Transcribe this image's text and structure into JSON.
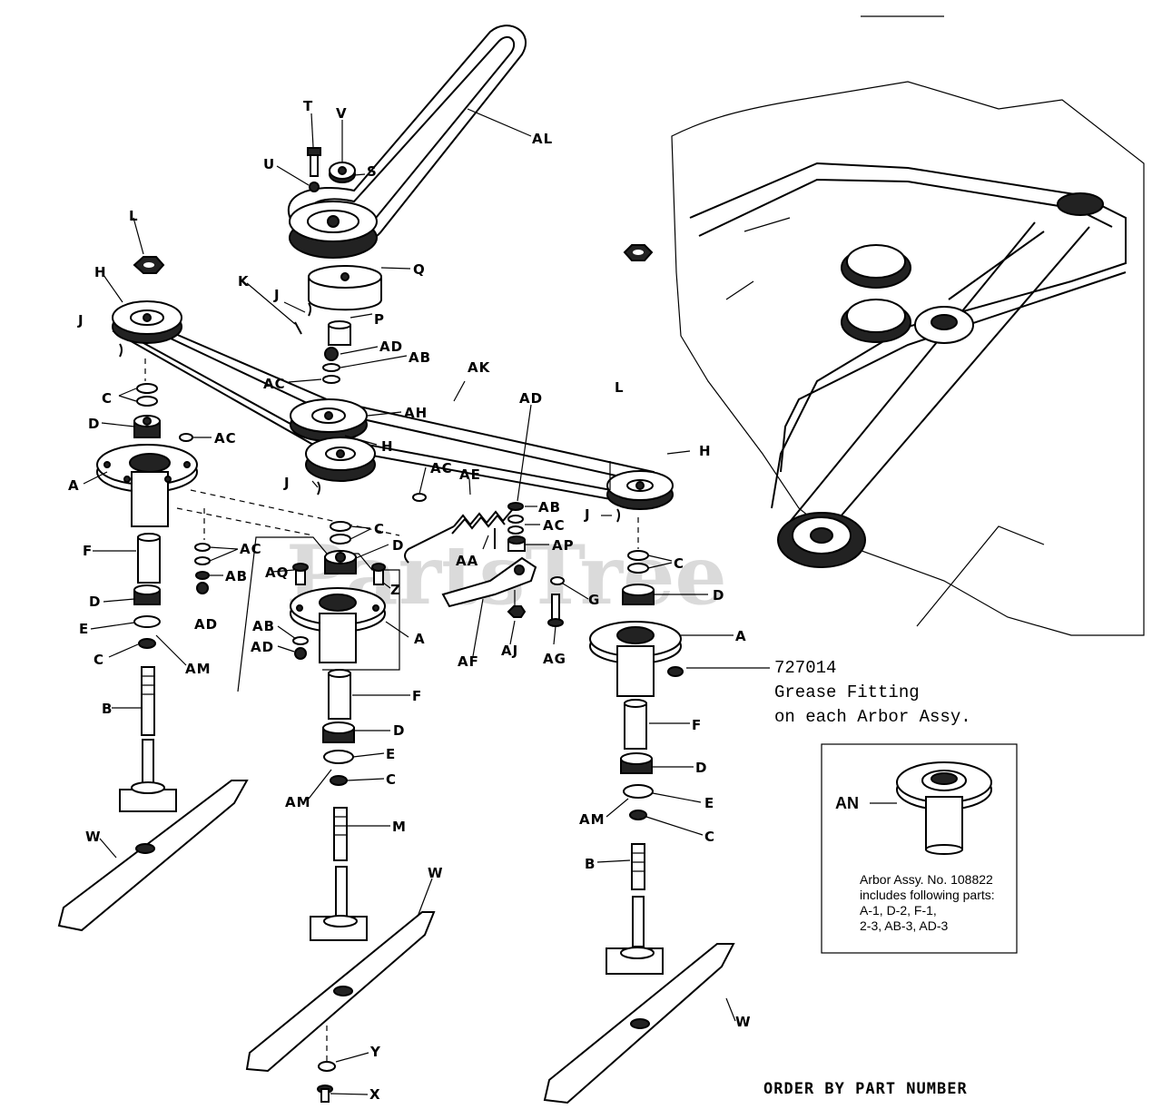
{
  "labels": {
    "AL": "AL",
    "T": "T",
    "V": "V",
    "U": "U",
    "S": "S",
    "L": "L",
    "Q": "Q",
    "H": "H",
    "K": "K",
    "J": "J",
    "P": "P",
    "AD": "AD",
    "AB": "AB",
    "AC": "AC",
    "AK": "AK",
    "AH": "AH",
    "C": "C",
    "D": "D",
    "A": "A",
    "AE": "AE",
    "AA": "AA",
    "AP": "AP",
    "F": "F",
    "AQ": "AQ",
    "Z": "Z",
    "G": "G",
    "E": "E",
    "AM": "AM",
    "AF": "AF",
    "AJ": "AJ",
    "AG": "AG",
    "B": "B",
    "M": "M",
    "W": "W",
    "Y": "Y",
    "X": "X",
    "AN": "AN"
  },
  "grease_note": {
    "part_number": "727014",
    "line1": "Grease Fitting",
    "line2": "on each Arbor Assy."
  },
  "inset": {
    "line1": "Arbor Assy. No. 108822",
    "line2": "includes following parts:",
    "line3": "A-1, D-2, F-1,",
    "line4": "2-3, AB-3, AD-3"
  },
  "footer": {
    "order_text": "ORDER BY PART NUMBER"
  },
  "watermark": "PartsTree"
}
